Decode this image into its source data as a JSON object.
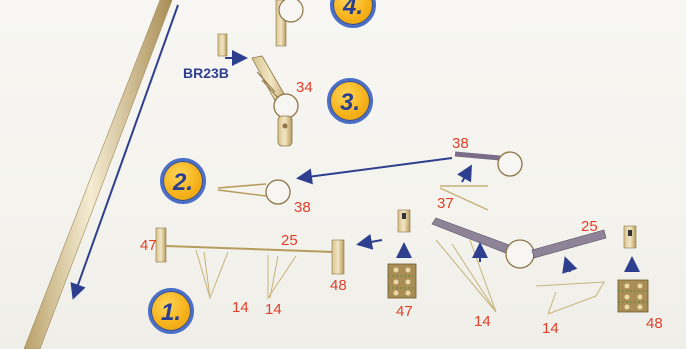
{
  "steps": [
    {
      "id": "1",
      "label": "1."
    },
    {
      "id": "2",
      "label": "2."
    },
    {
      "id": "3",
      "label": "3."
    },
    {
      "id": "4",
      "label": "4."
    }
  ],
  "part_labels": {
    "br_code": "BR23B",
    "p34": "34",
    "p38_a": "38",
    "p38_b": "38",
    "p37": "37",
    "p47_a": "47",
    "p25_a": "25",
    "p48_a": "48",
    "p14_a": "14",
    "p14_b": "14",
    "p47_b": "47",
    "p25_b": "25",
    "p14_c": "14",
    "p14_d": "14",
    "p48_b": "48"
  },
  "colors": {
    "accent_blue": "#2f3f8f",
    "part_number_red": "#e0402a",
    "brass": "#c9b27a",
    "step_badge": "#f6b21a"
  }
}
